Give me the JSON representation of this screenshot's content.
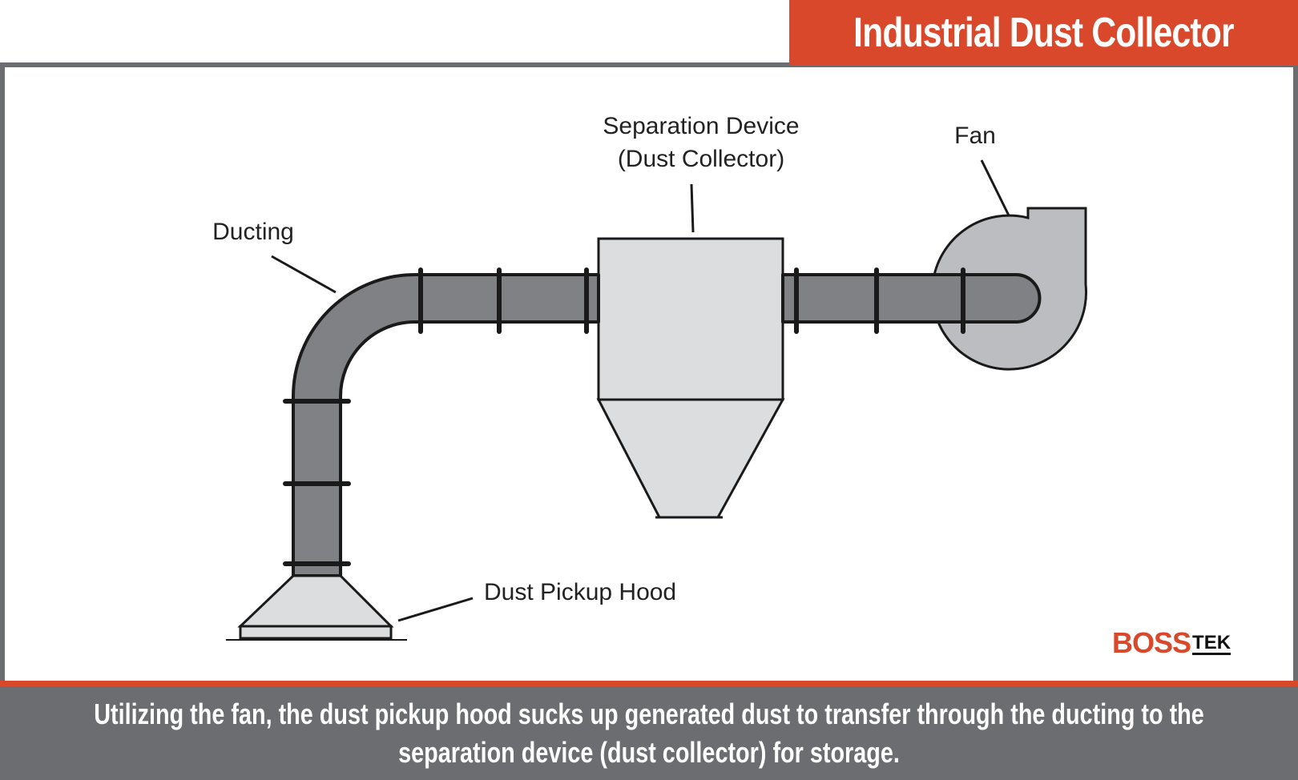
{
  "header": {
    "title": "Industrial Dust Collector"
  },
  "labels": {
    "separation_line1": "Separation Device",
    "separation_line2": "(Dust Collector)",
    "fan": "Fan",
    "ducting": "Ducting",
    "hood": "Dust Pickup Hood"
  },
  "logo": {
    "part1": "BOSS",
    "part2": "TEK"
  },
  "caption": "Utilizing the fan, the dust pickup hood sucks up generated dust to transfer through the ducting to the separation device (dust collector) for storage.",
  "colors": {
    "accent": "#d9482b",
    "frame_gray": "#6c6d70",
    "duct_gray": "#808184",
    "fan_gray": "#bcbdc0",
    "device_gray": "#dcdddf"
  }
}
